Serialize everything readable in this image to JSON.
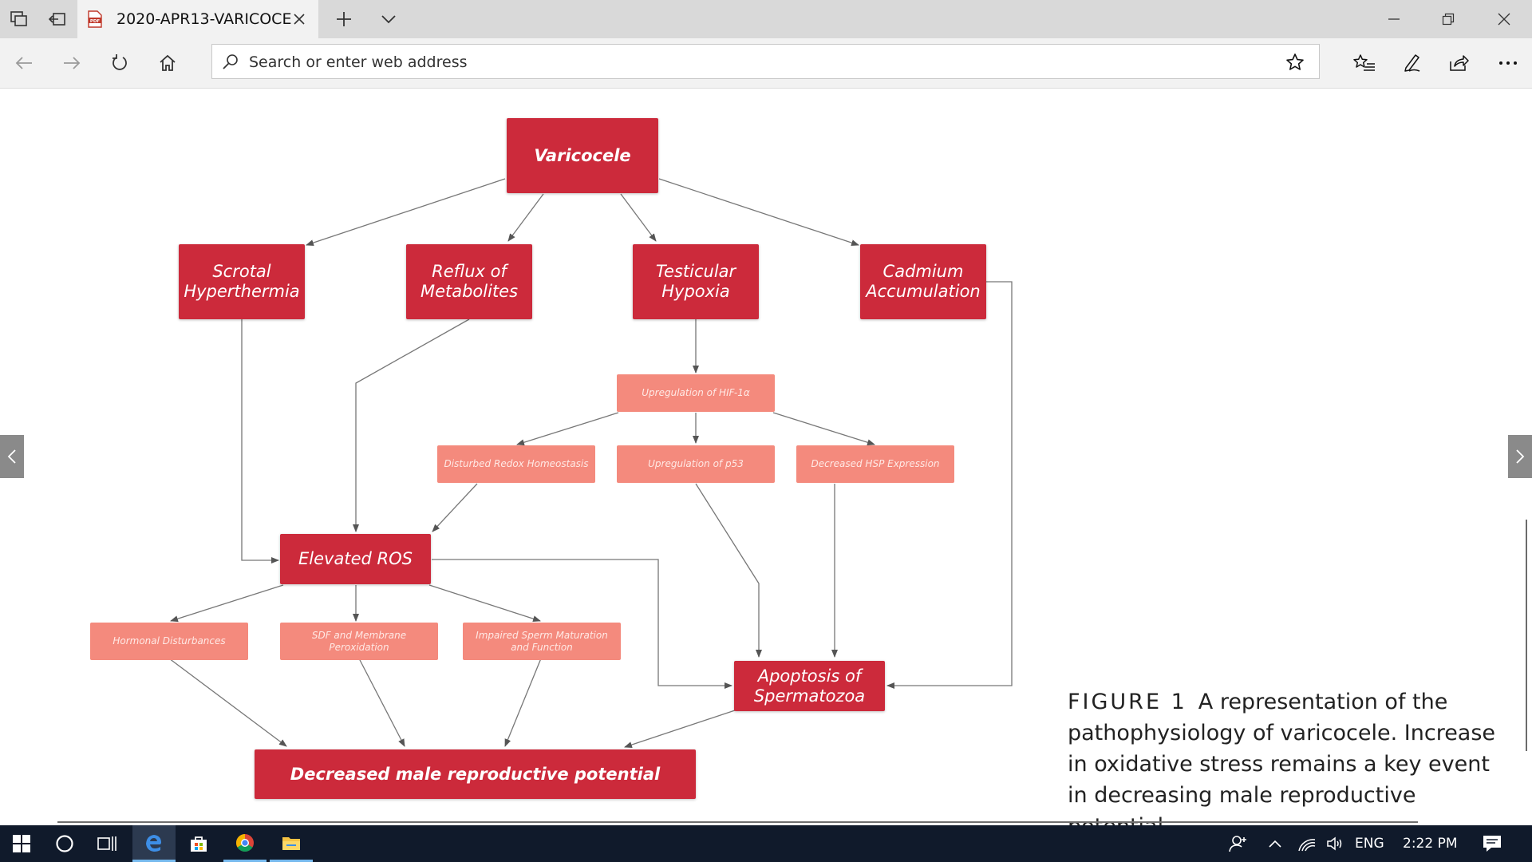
{
  "browser": {
    "tab_title": "2020-APR13-VARICOCE",
    "address_placeholder": "Search or enter web address"
  },
  "diagram": {
    "root": "Varicocele",
    "causes": {
      "scrotal": [
        "Scrotal",
        "Hyperthermia"
      ],
      "reflux": [
        "Reflux of",
        "Metabolites"
      ],
      "hypoxia": [
        "Testicular",
        "Hypoxia"
      ],
      "cadmium": [
        "Cadmium",
        "Accumulation"
      ]
    },
    "hif": "Upregulation of HIF-1α",
    "redox": "Disturbed Redox Homeostasis",
    "p53": "Upregulation of p53",
    "hsp": "Decreased HSP Expression",
    "ros": "Elevated ROS",
    "hormonal": "Hormonal Disturbances",
    "sdf": [
      "SDF and Membrane",
      "Peroxidation"
    ],
    "impaired": [
      "Impaired Sperm Maturation",
      "and Function"
    ],
    "apoptosis": [
      "Apoptosis of",
      "Spermatozoa"
    ],
    "outcome": "Decreased male reproductive potential"
  },
  "caption": {
    "figure_label": "FIGURE 1",
    "text": "A representation of the pathophysiology of varicocele. Increase in oxidative stress remains a key event in decreasing male reproductive potential"
  },
  "taskbar": {
    "language": "ENG",
    "time": "2:22 PM"
  },
  "colors": {
    "box_main": "#cc2a3b",
    "box_sub": "#f48a7d",
    "connector": "#666666",
    "taskbar": "#101a2b"
  }
}
